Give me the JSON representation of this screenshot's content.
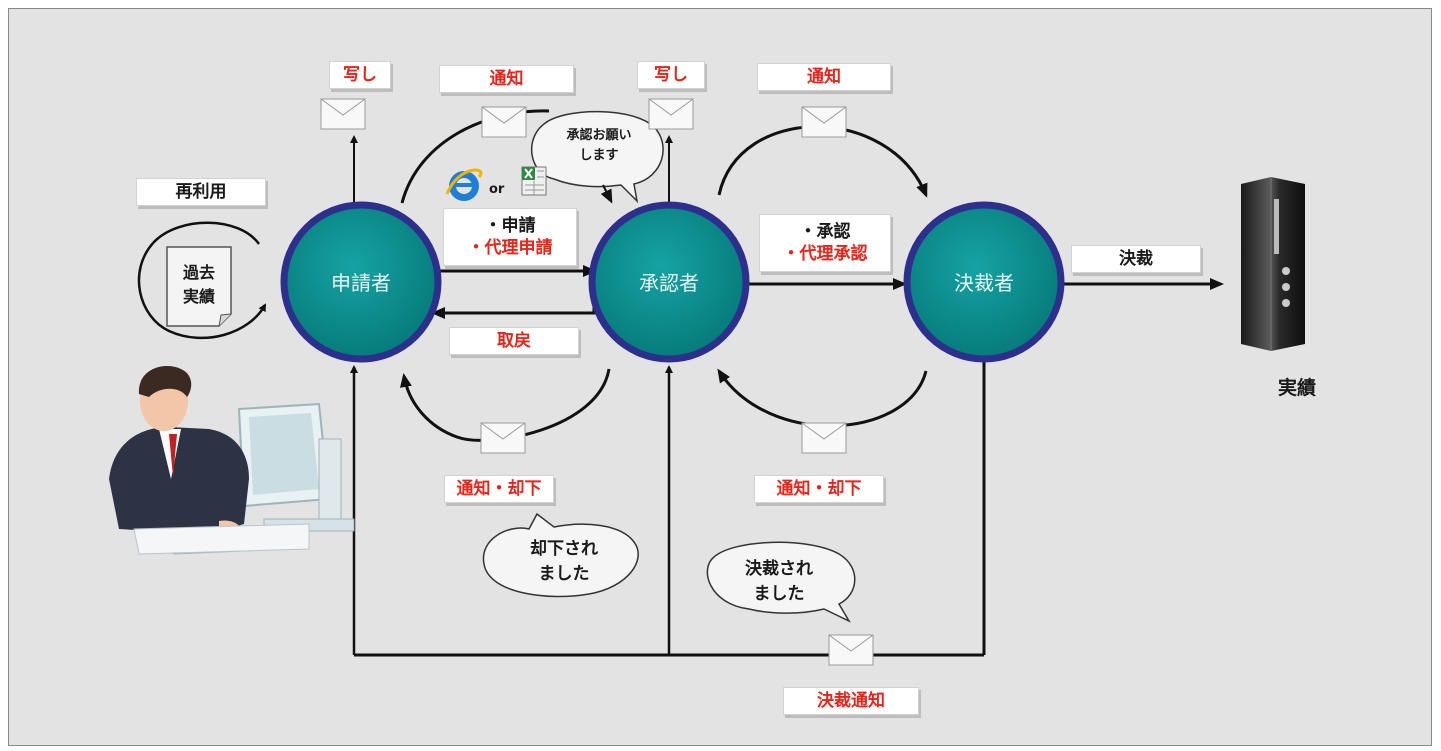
{
  "nodes": {
    "applicant": "申請者",
    "approver": "承認者",
    "decider": "決裁者"
  },
  "labels": {
    "reuse": "再利用",
    "copy_left": "写し",
    "notify_top_left": "通知",
    "copy_right": "写し",
    "notify_top_right": "通知",
    "apply_line1": "・申請",
    "apply_line2": "・代理申請",
    "approve_line1": "・承認",
    "approve_line2": "・代理承認",
    "withdraw": "取戻",
    "decision": "決裁",
    "notify_reject_left": "通知・却下",
    "notify_reject_right": "通知・却下",
    "decision_notice": "決裁通知"
  },
  "past_record": {
    "line1": "過去",
    "line2": "実績"
  },
  "bubbles": {
    "request_line1": "承認お願い",
    "request_line2": "します",
    "rejected_line1": "却下され",
    "rejected_line2": "ました",
    "decided_line1": "決裁され",
    "decided_line2": "ました"
  },
  "or_text": "or",
  "result_label": "実績",
  "colors": {
    "node_fill": "#0a8f8f",
    "node_border": "#2d2f8c",
    "label_red": "#e8241a",
    "background": "#e3e3e3"
  }
}
